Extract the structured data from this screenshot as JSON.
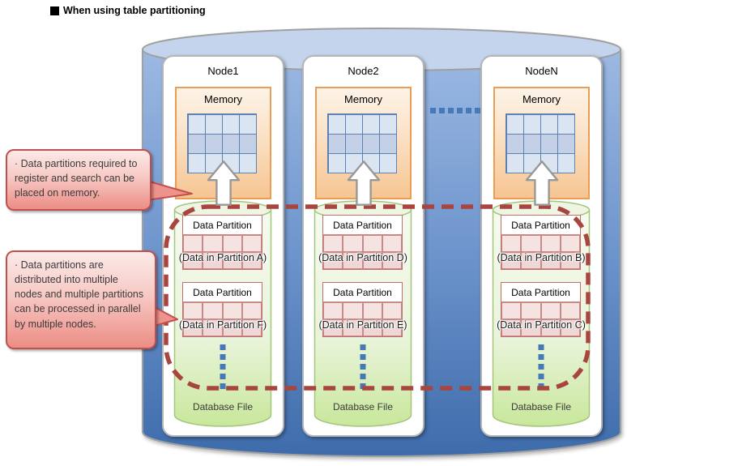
{
  "title": {
    "bullet": "■",
    "text": "When using table partitioning"
  },
  "callouts": [
    {
      "text": "· Data partitions required to register and search can be placed on memory."
    },
    {
      "text": "· Data partitions are distributed into multiple nodes and multiple partitions can be processed in parallel by multiple nodes."
    }
  ],
  "nodes": [
    {
      "label": "Node1",
      "memory": {
        "label": "Memory"
      },
      "database": {
        "label": "Database File",
        "partitions": [
          {
            "title": "Data Partition",
            "caption": "(Data in Partition A)"
          },
          {
            "title": "Data Partition",
            "caption": "(Data in Partition F)"
          }
        ]
      }
    },
    {
      "label": "Node2",
      "memory": {
        "label": "Memory"
      },
      "database": {
        "label": "Database File",
        "partitions": [
          {
            "title": "Data Partition",
            "caption": "(Data in Partition D)"
          },
          {
            "title": "Data Partition",
            "caption": "(Data in Partition E)"
          }
        ]
      }
    },
    {
      "label": "NodeN",
      "memory": {
        "label": "Memory"
      },
      "database": {
        "label": "Database File",
        "partitions": [
          {
            "title": "Data Partition",
            "caption": "(Data in Partition B)"
          },
          {
            "title": "Data Partition",
            "caption": "(Data in Partition C)"
          }
        ]
      }
    }
  ],
  "colors": {
    "cylinder_top": "#c3d4ec",
    "cylinder_body_top": "#9cb9e2",
    "cylinder_body_bottom": "#3e6cab",
    "memory_border": "#eb9d56",
    "memory_grid_blue": "#5d81b4",
    "partition_border": "#c0706c",
    "partition_fill": "#f2dcdb",
    "dashed_region": "#a8453f",
    "callout_border": "#c0504d",
    "db_file_green": "#c8e79b",
    "accent_dot_blue": "#4679b8"
  }
}
